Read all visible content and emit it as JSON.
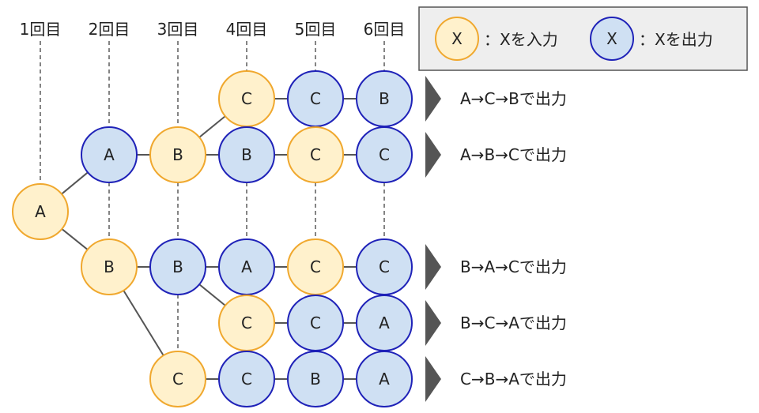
{
  "steps": [
    "1回目",
    "2回目",
    "3回目",
    "4回目",
    "5回目",
    "6回目"
  ],
  "legend": {
    "input_symbol": "X",
    "input_label": "：Xを入力",
    "output_symbol": "X",
    "output_label": "：Xを出力"
  },
  "colors": {
    "input_fill": "#FFF1CC",
    "input_stroke": "#F0A82E",
    "output_fill": "#CFE0F3",
    "output_stroke": "#1F22B8",
    "legend_bg": "#EEEEEE"
  },
  "nodes": [
    {
      "id": "n1",
      "label": "A",
      "kind": "input",
      "step": 1
    },
    {
      "id": "n2a",
      "label": "A",
      "kind": "output",
      "step": 2
    },
    {
      "id": "n2b",
      "label": "B",
      "kind": "input",
      "step": 2
    },
    {
      "id": "n3a",
      "label": "B",
      "kind": "input",
      "step": 3
    },
    {
      "id": "n3b",
      "label": "B",
      "kind": "output",
      "step": 3
    },
    {
      "id": "n3c",
      "label": "C",
      "kind": "input",
      "step": 3
    },
    {
      "id": "n4a",
      "label": "C",
      "kind": "input",
      "step": 4
    },
    {
      "id": "n4b",
      "label": "B",
      "kind": "output",
      "step": 4
    },
    {
      "id": "n4c",
      "label": "A",
      "kind": "output",
      "step": 4
    },
    {
      "id": "n4d",
      "label": "C",
      "kind": "input",
      "step": 4
    },
    {
      "id": "n4e",
      "label": "C",
      "kind": "output",
      "step": 4
    },
    {
      "id": "n5a",
      "label": "C",
      "kind": "output",
      "step": 5
    },
    {
      "id": "n5b",
      "label": "C",
      "kind": "input",
      "step": 5
    },
    {
      "id": "n5c",
      "label": "C",
      "kind": "input",
      "step": 5
    },
    {
      "id": "n5d",
      "label": "C",
      "kind": "output",
      "step": 5
    },
    {
      "id": "n5e",
      "label": "B",
      "kind": "output",
      "step": 5
    },
    {
      "id": "n6a",
      "label": "B",
      "kind": "output",
      "step": 6
    },
    {
      "id": "n6b",
      "label": "C",
      "kind": "output",
      "step": 6
    },
    {
      "id": "n6c",
      "label": "C",
      "kind": "output",
      "step": 6
    },
    {
      "id": "n6d",
      "label": "A",
      "kind": "output",
      "step": 6
    },
    {
      "id": "n6e",
      "label": "A",
      "kind": "output",
      "step": 6
    }
  ],
  "edges": [
    [
      "n1",
      "n2a"
    ],
    [
      "n1",
      "n2b"
    ],
    [
      "n2a",
      "n3a"
    ],
    [
      "n2b",
      "n3b"
    ],
    [
      "n2b",
      "n3c"
    ],
    [
      "n3a",
      "n4a"
    ],
    [
      "n3a",
      "n4b"
    ],
    [
      "n3b",
      "n4c"
    ],
    [
      "n3b",
      "n4d"
    ],
    [
      "n3c",
      "n4e"
    ],
    [
      "n4a",
      "n5a"
    ],
    [
      "n4b",
      "n5b"
    ],
    [
      "n4c",
      "n5c"
    ],
    [
      "n4d",
      "n5d"
    ],
    [
      "n4e",
      "n5e"
    ],
    [
      "n5a",
      "n6a"
    ],
    [
      "n5b",
      "n6b"
    ],
    [
      "n5c",
      "n6c"
    ],
    [
      "n5d",
      "n6d"
    ],
    [
      "n5e",
      "n6e"
    ]
  ],
  "results": [
    "A→C→Bで出力",
    "A→B→Cで出力",
    "B→A→Cで出力",
    "B→C→Aで出力",
    "C→B→Aで出力"
  ]
}
